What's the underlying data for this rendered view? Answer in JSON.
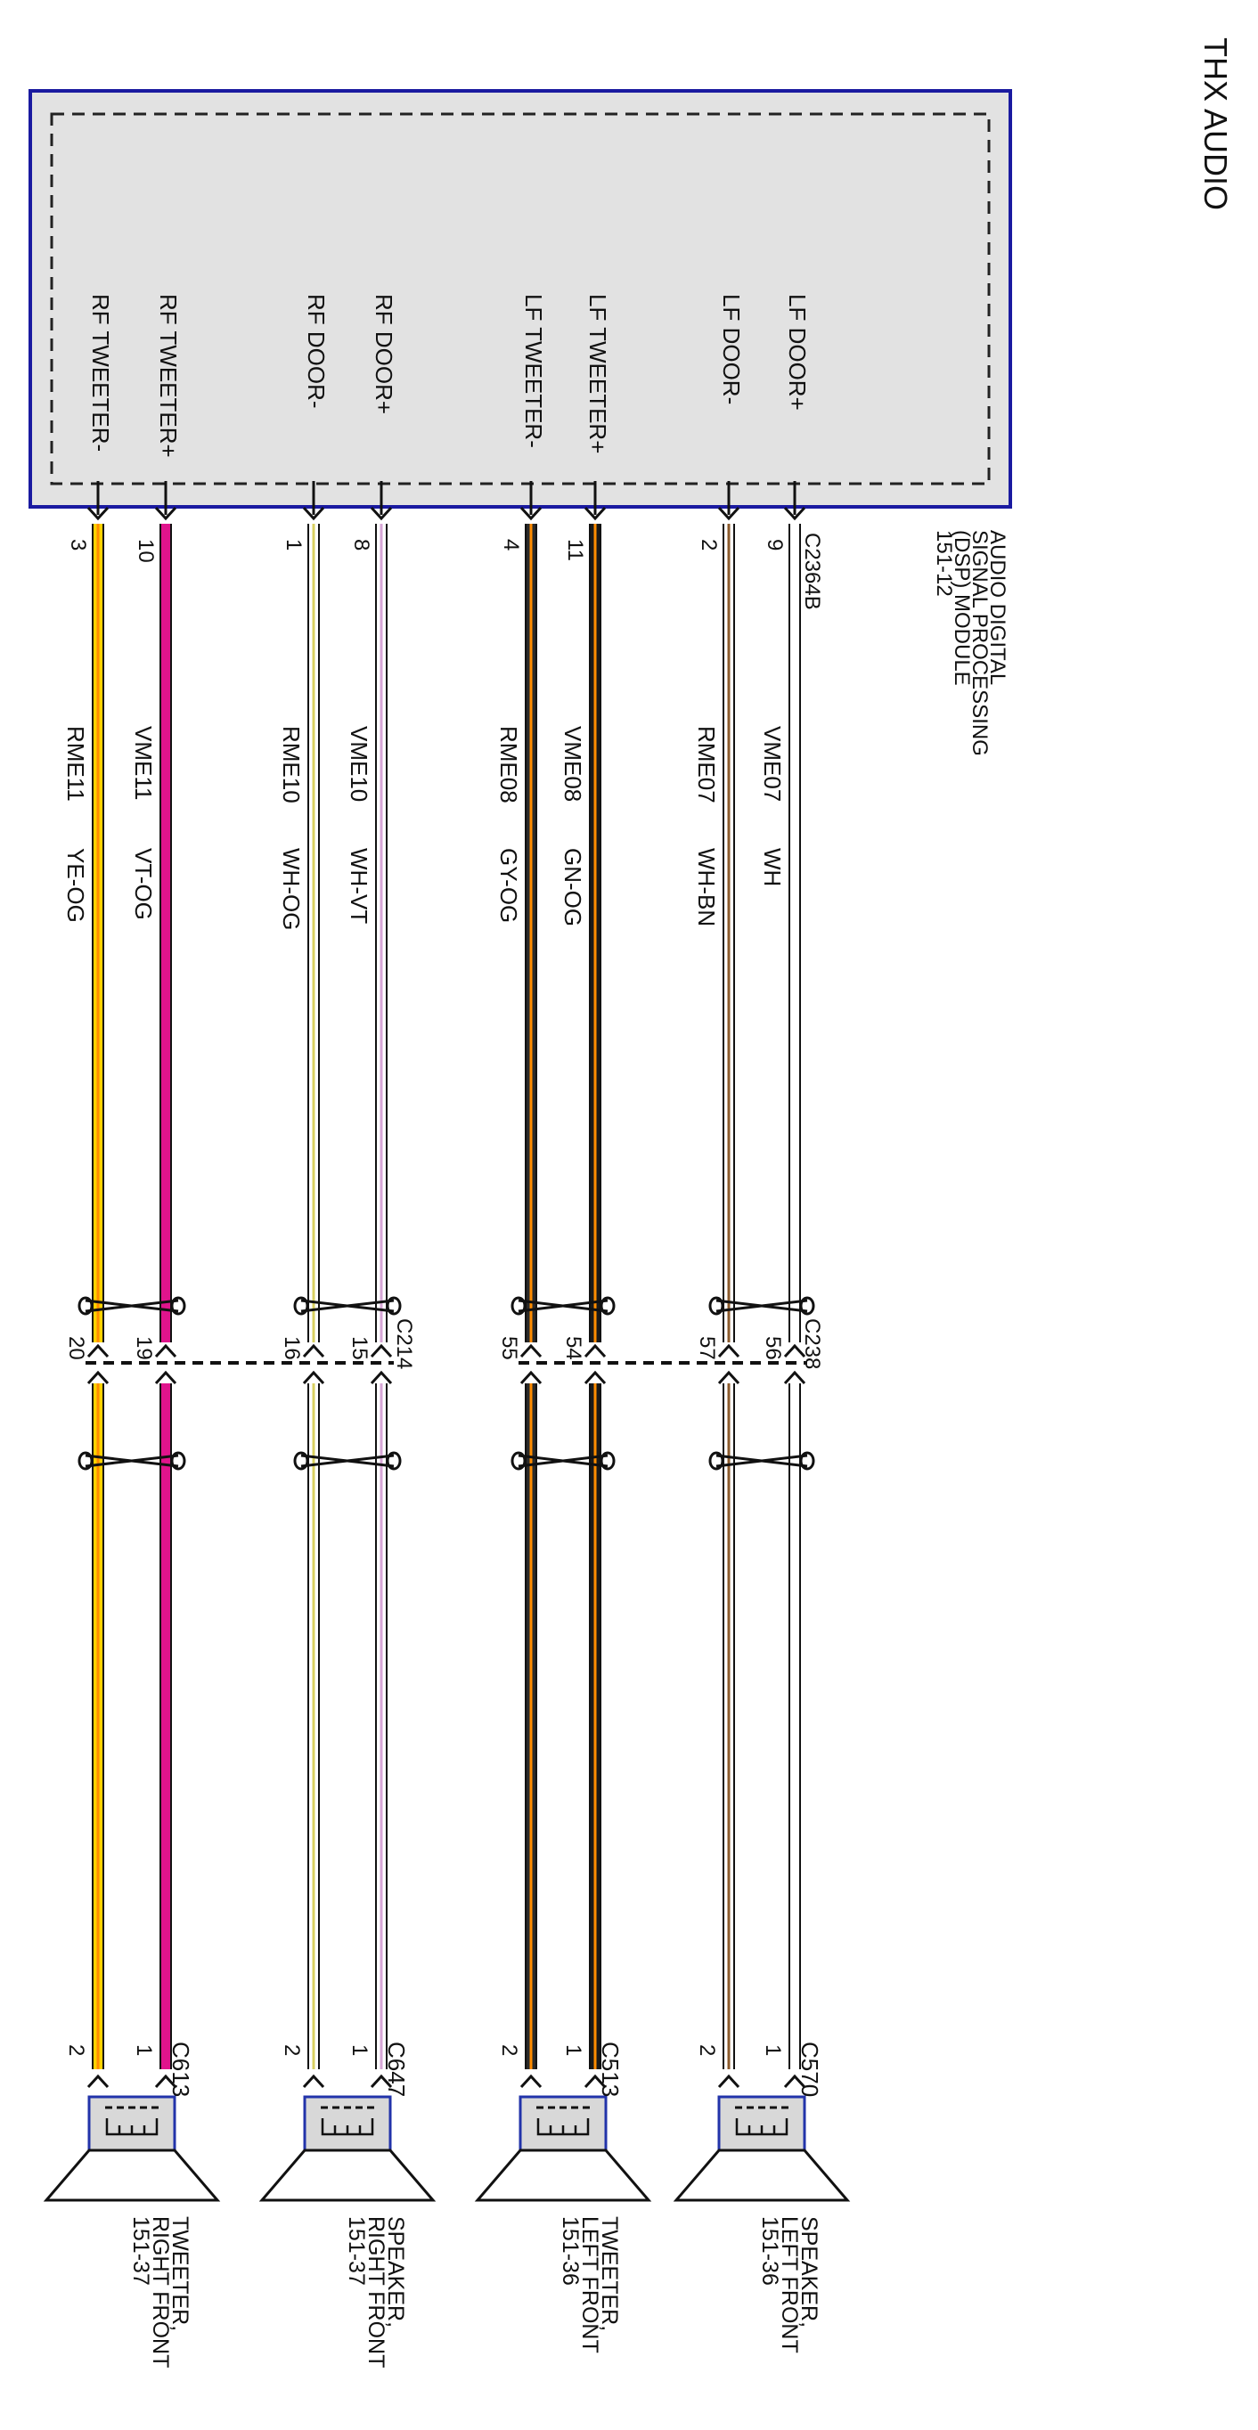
{
  "page_title": "THX AUDIO",
  "module": {
    "name_lines": [
      "AUDIO DIGITAL",
      "SIGNAL PROCESSING",
      "(DSP) MODULE",
      "151-12"
    ],
    "connector": "C2364B"
  },
  "inline_connectors": {
    "left_pair": "C238",
    "right_pair": "C214"
  },
  "colors": {
    "module_border": "#1a1aa0",
    "module_fill": "#e2e2e2",
    "WH": "#ffffff",
    "BN": "#8b5a2b",
    "GN": "#2e8b2e",
    "OG": "#ff8c00",
    "GY": "#2a2a2a",
    "VT": "#d6a6d6",
    "YE": "#ffd200",
    "VT_OG": "#e0148c",
    "speaker_blue": "#2233aa",
    "speaker_fill": "#d8d8d8"
  },
  "wires": [
    {
      "signal": "LF DOOR+",
      "pin": "9",
      "circuit": "VME07",
      "color": "WH",
      "inline_pin": "56",
      "speaker_pin": "1"
    },
    {
      "signal": "LF DOOR-",
      "pin": "2",
      "circuit": "RME07",
      "color": "WH-BN",
      "inline_pin": "57",
      "speaker_pin": "2"
    },
    {
      "signal": "LF TWEETER+",
      "pin": "11",
      "circuit": "VME08",
      "color": "GN-OG",
      "inline_pin": "54",
      "speaker_pin": "1"
    },
    {
      "signal": "LF TWEETER-",
      "pin": "4",
      "circuit": "RME08",
      "color": "GY-OG",
      "inline_pin": "55",
      "speaker_pin": "2"
    },
    {
      "signal": "RF DOOR+",
      "pin": "8",
      "circuit": "VME10",
      "color": "WH-VT",
      "inline_pin": "15",
      "speaker_pin": "1"
    },
    {
      "signal": "RF DOOR-",
      "pin": "1",
      "circuit": "RME10",
      "color": "WH-OG",
      "inline_pin": "16",
      "speaker_pin": "2"
    },
    {
      "signal": "RF TWEETER+",
      "pin": "10",
      "circuit": "VME11",
      "color": "VT-OG",
      "inline_pin": "19",
      "speaker_pin": "1"
    },
    {
      "signal": "RF TWEETER-",
      "pin": "3",
      "circuit": "RME11",
      "color": "YE-OG",
      "inline_pin": "20",
      "speaker_pin": "2"
    }
  ],
  "speakers": [
    {
      "connector": "C570",
      "label_lines": [
        "SPEAKER,",
        "LEFT FRONT",
        "151-36"
      ]
    },
    {
      "connector": "C513",
      "label_lines": [
        "TWEETER,",
        "LEFT FRONT",
        "151-36"
      ]
    },
    {
      "connector": "C647",
      "label_lines": [
        "SPEAKER,",
        "RIGHT FRONT",
        "151-37"
      ]
    },
    {
      "connector": "C613",
      "label_lines": [
        "TWEETER,",
        "RIGHT FRONT",
        "151-37"
      ]
    }
  ]
}
